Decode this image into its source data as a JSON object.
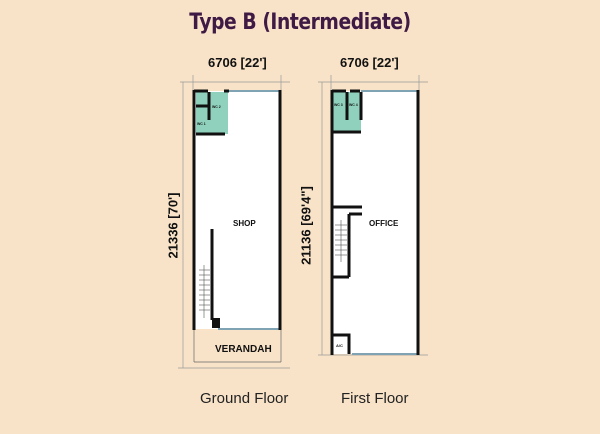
{
  "title": "Type B (Intermediate)",
  "colors": {
    "background": "#f8e3c8",
    "title": "#3f1a45",
    "wet_area": "#8fd1bc",
    "glazing": "#7fa3b3"
  },
  "ground_floor": {
    "label": "Ground Floor",
    "width_dim": "6706 [22']",
    "length_dim": "21336 [70']",
    "rooms": {
      "main": "SHOP",
      "front": "VERANDAH",
      "wc_a": "WC 1",
      "wc_b": "WC 2"
    }
  },
  "first_floor": {
    "label": "First Floor",
    "width_dim": "6706 [22']",
    "length_dim": "21136 [69'4\"]",
    "rooms": {
      "main": "OFFICE",
      "ac": "A/C",
      "wc_a": "WC 3",
      "wc_b": "WC 4"
    }
  }
}
